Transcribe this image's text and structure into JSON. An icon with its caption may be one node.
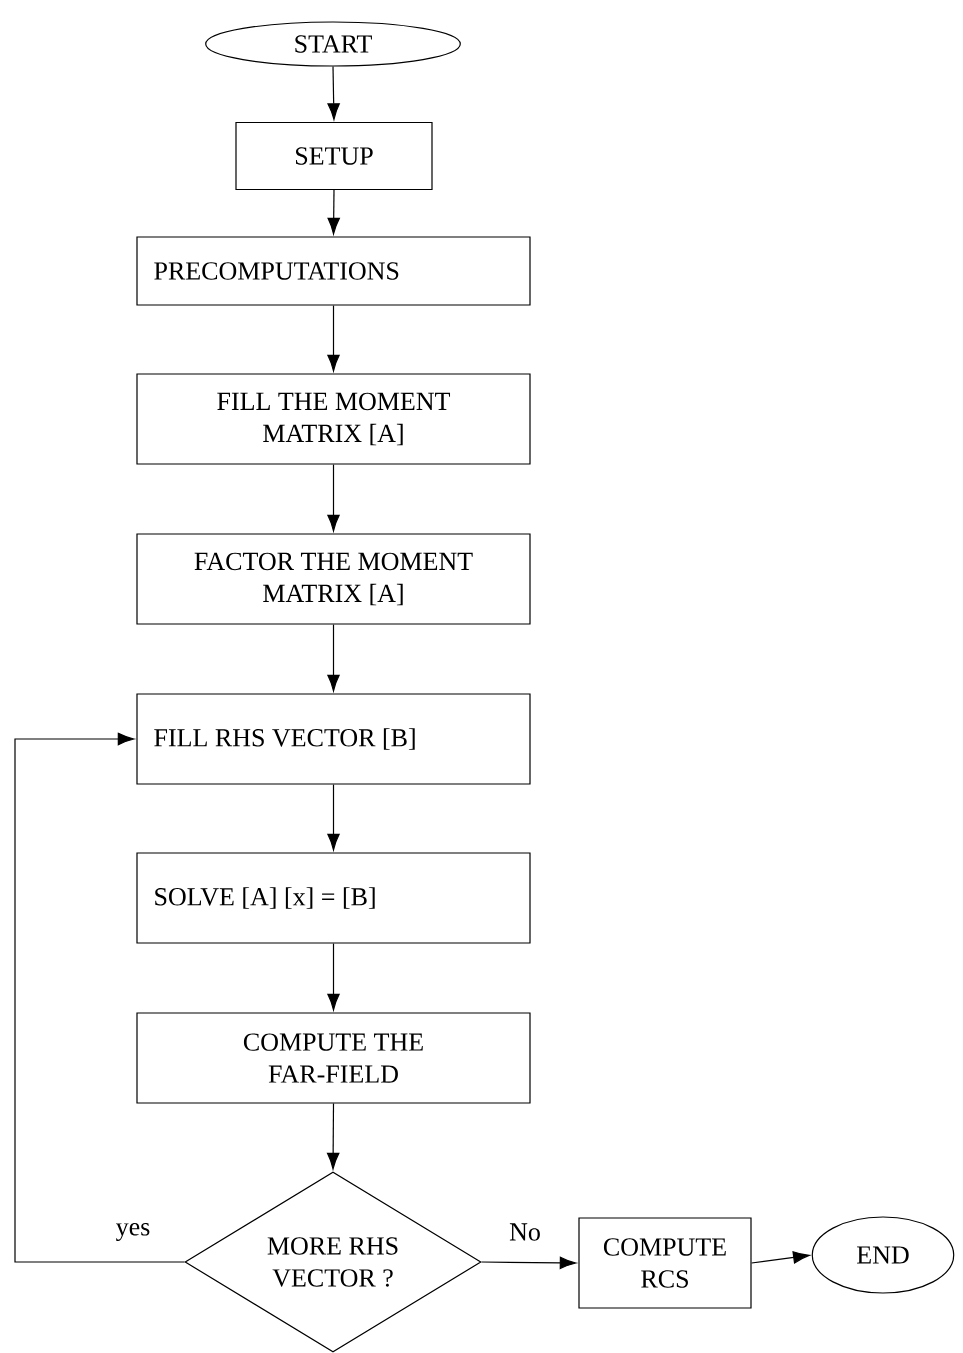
{
  "diagram": {
    "nodes": [
      {
        "text": [
          "START"
        ]
      },
      {
        "text": [
          "SETUP"
        ]
      },
      {
        "text": [
          "PRECOMPUTATIONS"
        ]
      },
      {
        "text": [
          "FILL THE MOMENT MATRIX [A]"
        ]
      },
      {
        "text": [
          "FACTOR THE MOMENT MATRIX [A]"
        ]
      },
      {
        "text": [
          "FILL RHS VECTOR [B]"
        ]
      },
      {
        "text": [
          "SOLVE [A] [x] = [B]"
        ]
      },
      {
        "text": [
          "COMPUTE THE FAR-FIELD"
        ]
      },
      {
        "text": [
          "MORE RHS VECTOR ?"
        ]
      },
      {
        "text": [
          "COMPUTE RCS"
        ]
      },
      {
        "text": [
          "END"
        ]
      }
    ],
    "edges": [
      {
        "from": 0,
        "to": 1,
        "arrow": "to"
      },
      {
        "from": 1,
        "to": 2,
        "arrow": "to"
      },
      {
        "from": 2,
        "to": 3,
        "arrow": "to"
      },
      {
        "from": 3,
        "to": 4,
        "arrow": "to"
      },
      {
        "from": 4,
        "to": 5,
        "arrow": "to"
      },
      {
        "from": 5,
        "to": 6,
        "arrow": "to"
      },
      {
        "from": 6,
        "to": 7,
        "arrow": "to"
      },
      {
        "from": 7,
        "to": 8,
        "arrow": "to"
      },
      {
        "from": 8,
        "to": 5,
        "arrow": "to",
        "label": "yes"
      },
      {
        "from": 8,
        "to": 9,
        "arrow": "to",
        "label": "No"
      },
      {
        "from": 9,
        "to": 10,
        "arrow": "to"
      }
    ]
  }
}
